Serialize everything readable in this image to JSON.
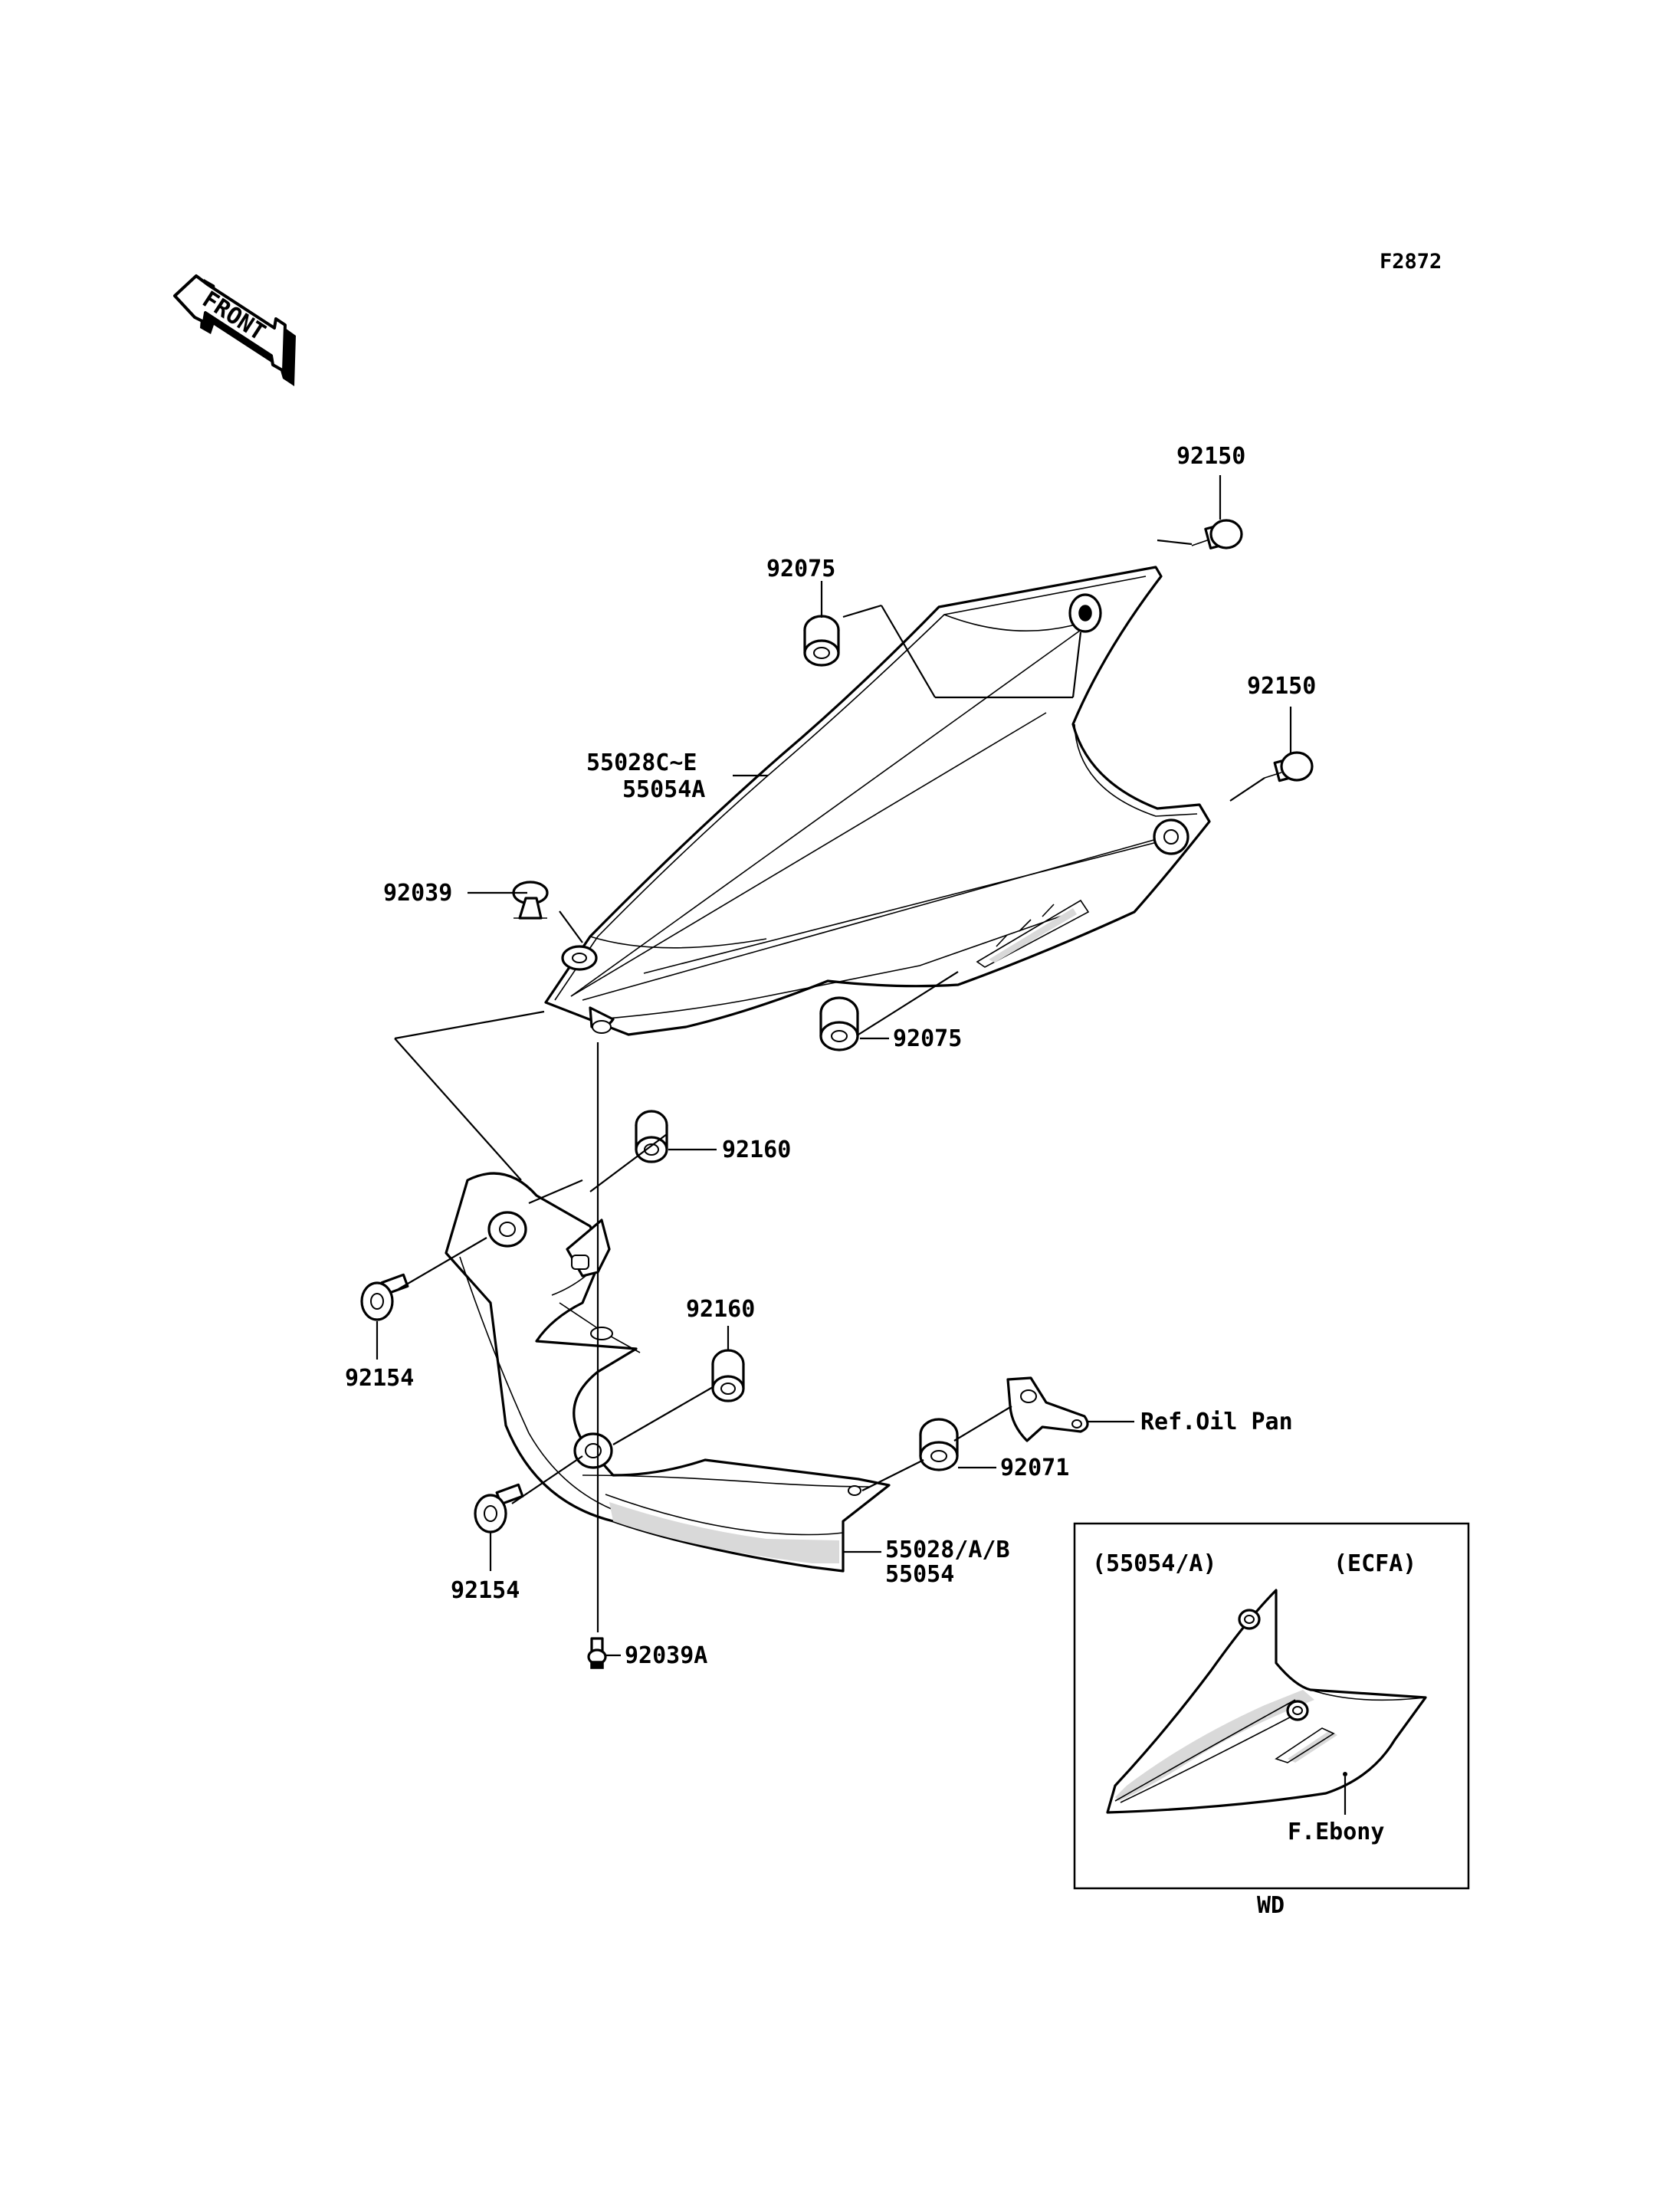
{
  "figure_code": "F2872",
  "front_label": "FRONT",
  "callouts": {
    "c92150_top": "92150",
    "c92075_top": "92075",
    "c92150_right": "92150",
    "c55028ce": "55028C~E",
    "c55054a": "55054A",
    "c92039": "92039",
    "c92075_mid": "92075",
    "c92160_top": "92160",
    "c92154_left": "92154",
    "c92160_mid": "92160",
    "c_ref_oil_pan": "Ref.Oil Pan",
    "c92071": "92071",
    "c92154_bottom": "92154",
    "c55028ab": "55028/A/B",
    "c55054": "55054",
    "c92039a": "92039A"
  },
  "inset": {
    "part_label": "(55054/A)",
    "region_label": "(ECFA)",
    "color_label": "F.Ebony",
    "caption": "WD"
  }
}
